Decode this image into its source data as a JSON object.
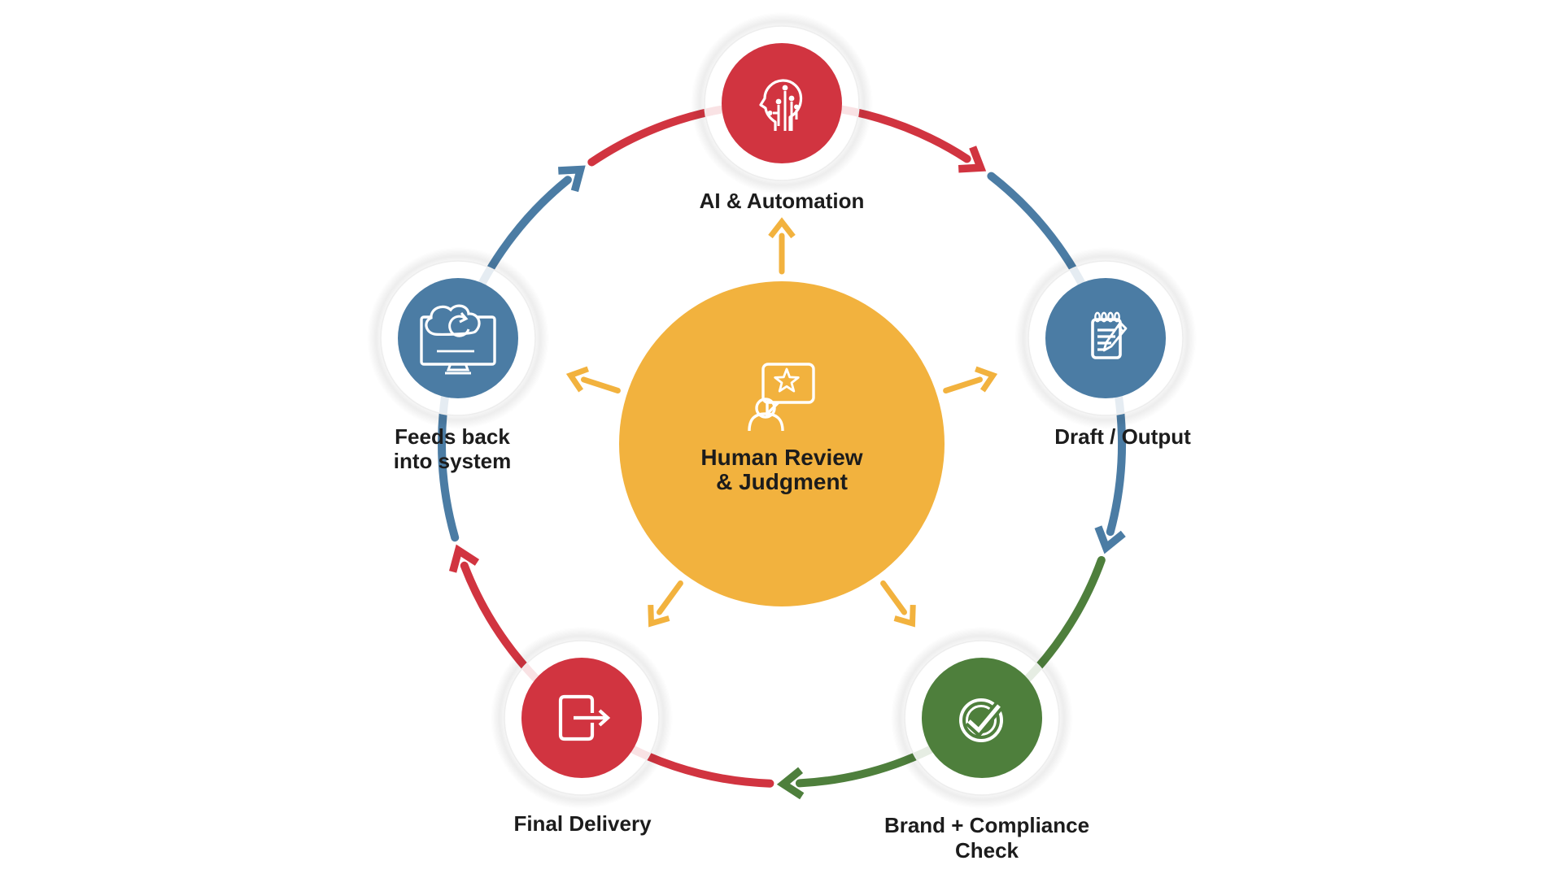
{
  "colors": {
    "background": "#ffffff",
    "text": "#1c1c1c",
    "halo": "rgba(255,255,255,0.86)",
    "halo_ring": "#ededed",
    "red": "#d13440",
    "blue": "#4b7ca4",
    "green": "#4e7f3c",
    "yellow": "#f2b23e"
  },
  "center": {
    "label_lines": [
      "Human Review",
      "& Judgment"
    ],
    "icon": "person-star-speech-icon",
    "color": "#f2b23e"
  },
  "nodes": [
    {
      "id": "ai-automation",
      "label_lines": [
        "AI & Automation"
      ],
      "color": "#d13440",
      "icon": "ai-head-circuit-icon"
    },
    {
      "id": "draft-output",
      "label_lines": [
        "Draft / Output"
      ],
      "color": "#4b7ca4",
      "icon": "notepad-pencil-icon"
    },
    {
      "id": "brand-compliance",
      "label_lines": [
        "Brand + Compliance",
        "Check"
      ],
      "color": "#4e7f3c",
      "icon": "check-circle-icon"
    },
    {
      "id": "final-delivery",
      "label_lines": [
        "Final Delivery"
      ],
      "color": "#d13440",
      "icon": "export-document-icon"
    },
    {
      "id": "feeds-back",
      "label_lines": [
        "Feeds back",
        "into system"
      ],
      "color": "#4b7ca4",
      "icon": "monitor-cloud-sync-icon"
    }
  ]
}
